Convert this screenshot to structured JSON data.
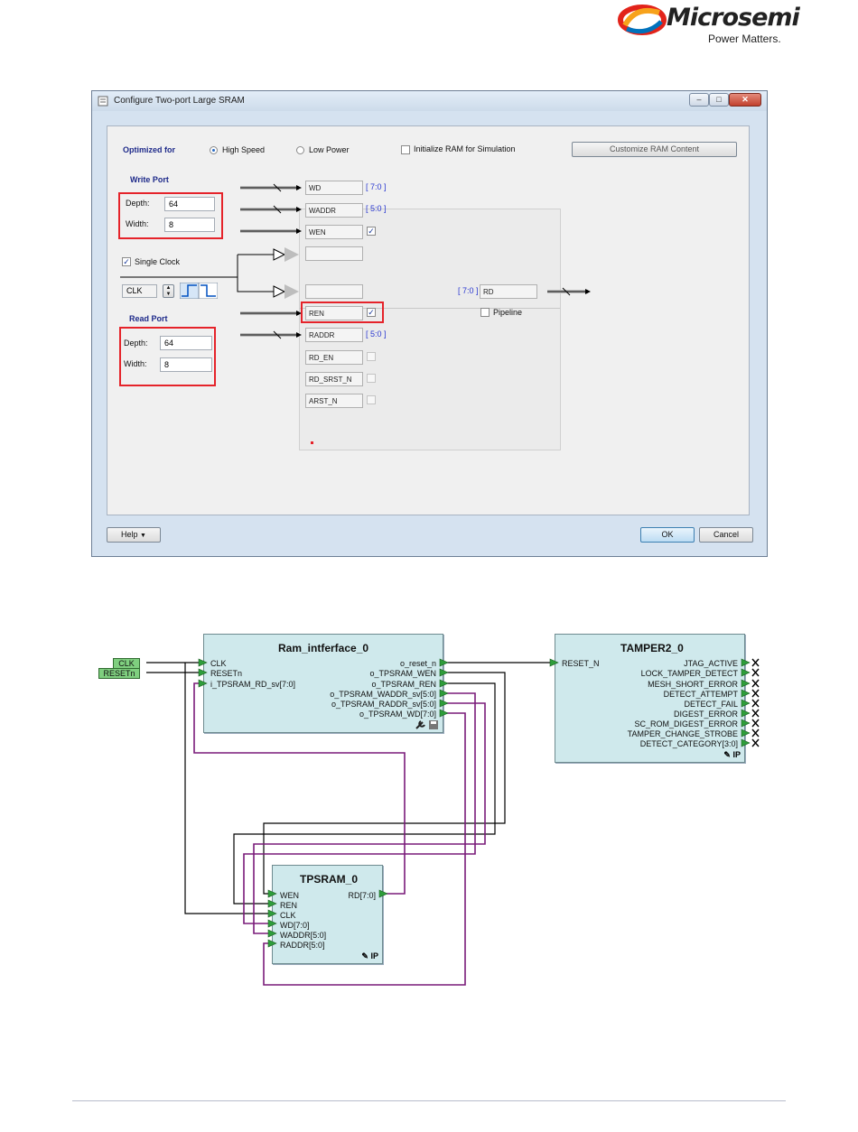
{
  "brand": {
    "name": "Microsemi",
    "tagline": "Power Matters."
  },
  "dialog": {
    "title": "Configure Two-port Large SRAM",
    "optimized_for_label": "Optimized for",
    "high_speed": "High Speed",
    "low_power": "Low Power",
    "init_ram": "Initialize RAM for Simulation",
    "customize_button": "Customize RAM Content",
    "write_port": {
      "heading": "Write Port",
      "depth_label": "Depth:",
      "depth": "64",
      "width_label": "Width:",
      "width": "8"
    },
    "single_clock": "Single Clock",
    "clk_field": "CLK",
    "read_port": {
      "heading": "Read Port",
      "depth_label": "Depth:",
      "depth": "64",
      "width_label": "Width:",
      "width": "8"
    },
    "pins": {
      "wd": "WD",
      "wd_range": "[ 7:0 ]",
      "waddr": "WADDR",
      "waddr_range": "[ 5:0 ]",
      "wen": "WEN",
      "ren": "REN",
      "raddr": "RADDR",
      "raddr_range": "[ 5:0 ]",
      "rd_en": "RD_EN",
      "rd_srst_n": "RD_SRST_N",
      "arst_n": "ARST_N",
      "rd": "RD",
      "rd_range": "[ 7:0 ]"
    },
    "pipeline": "Pipeline",
    "help_button": "Help",
    "ok_button": "OK",
    "cancel_button": "Cancel"
  },
  "schematic": {
    "inputs": {
      "clk": "CLK",
      "resetn": "RESETn"
    },
    "ram_interface": {
      "title": "Ram_intferface_0",
      "inputs": [
        "CLK",
        "RESETn",
        "i_TPSRAM_RD_sv[7:0]"
      ],
      "outputs": [
        "o_reset_n",
        "o_TPSRAM_WEN",
        "o_TPSRAM_REN",
        "o_TPSRAM_WADDR_sv[5:0]",
        "o_TPSRAM_RADDR_sv[5:0]",
        "o_TPSRAM_WD[7:0]"
      ]
    },
    "tamper": {
      "title": "TAMPER2_0",
      "input": "RESET_N",
      "outputs": [
        "JTAG_ACTIVE",
        "LOCK_TAMPER_DETECT",
        "MESH_SHORT_ERROR",
        "DETECT_ATTEMPT",
        "DETECT_FAIL",
        "DIGEST_ERROR",
        "SC_ROM_DIGEST_ERROR",
        "TAMPER_CHANGE_STROBE",
        "DETECT_CATEGORY[3:0]"
      ],
      "badge": "IP"
    },
    "tpsram": {
      "title": "TPSRAM_0",
      "inputs": [
        "WEN",
        "REN",
        "CLK",
        "WD[7:0]",
        "WADDR[5:0]",
        "RADDR[5:0]"
      ],
      "output": "RD[7:0]",
      "badge": "IP"
    }
  }
}
